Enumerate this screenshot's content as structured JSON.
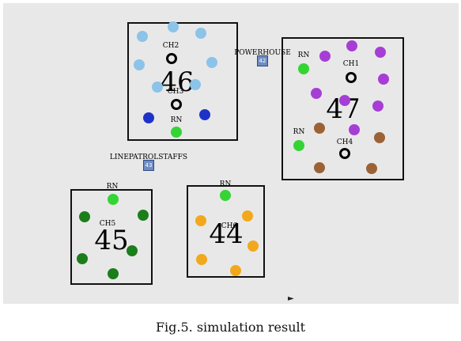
{
  "colors": {
    "background": "#e8e8e8",
    "sky": "#8cc3e8",
    "darkblue": "#1f32c8",
    "green": "#34d434",
    "purple": "#a63ed6",
    "brown": "#9b6236",
    "darkgreen": "#1b7e1b",
    "orange": "#f2a81c",
    "black": "#000000"
  },
  "labels": {
    "power_house": "POWERHOUSE",
    "line_patrol": "LINEPATROLSTAFFS",
    "caption": "Fig.5. simulation result",
    "rn1": "RN",
    "rn2": "RN",
    "rn3": "RN",
    "rn4": "RN",
    "rn5": "RN",
    "ch2": "CH2",
    "ch3": "CH3",
    "ch1": "CH1",
    "ch4": "CH4",
    "ch5": "CH5",
    "ch6": "CH6"
  },
  "clusters": {
    "c46": "46",
    "c47": "47",
    "c45": "45",
    "c44": "44"
  },
  "nodes": {
    "power_house": "42",
    "line_patrol": "43"
  }
}
